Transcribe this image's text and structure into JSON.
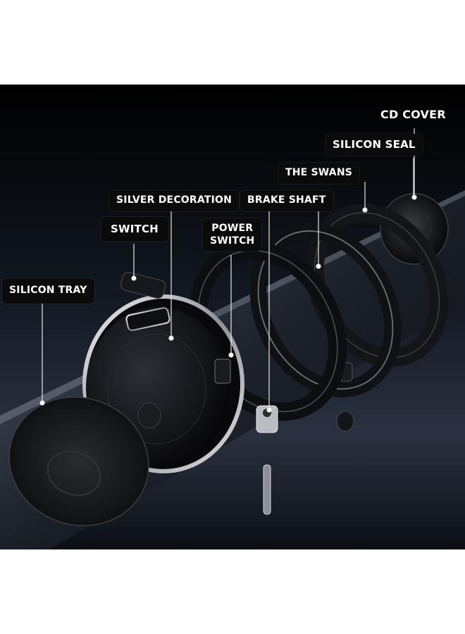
{
  "labels": {
    "cd_cover": "CD COVER",
    "silicon_seal": "SILICON SEAL",
    "the_swans": "THE SWANS",
    "silver_decoration": "SILVER DECORATION",
    "brake_shaft": "BRAKE SHAFT",
    "switch": "SWITCH",
    "power_switch_line1": "POWER",
    "power_switch_line2": "SWITCH",
    "silicon_tray": "SILICON TRAY"
  },
  "colors": {
    "background": "#ffffff",
    "scene": "#0a0c10",
    "label_bg": "#0b0b0b",
    "label_text": "#ffffff",
    "leader_line": "#e6e6e6"
  }
}
